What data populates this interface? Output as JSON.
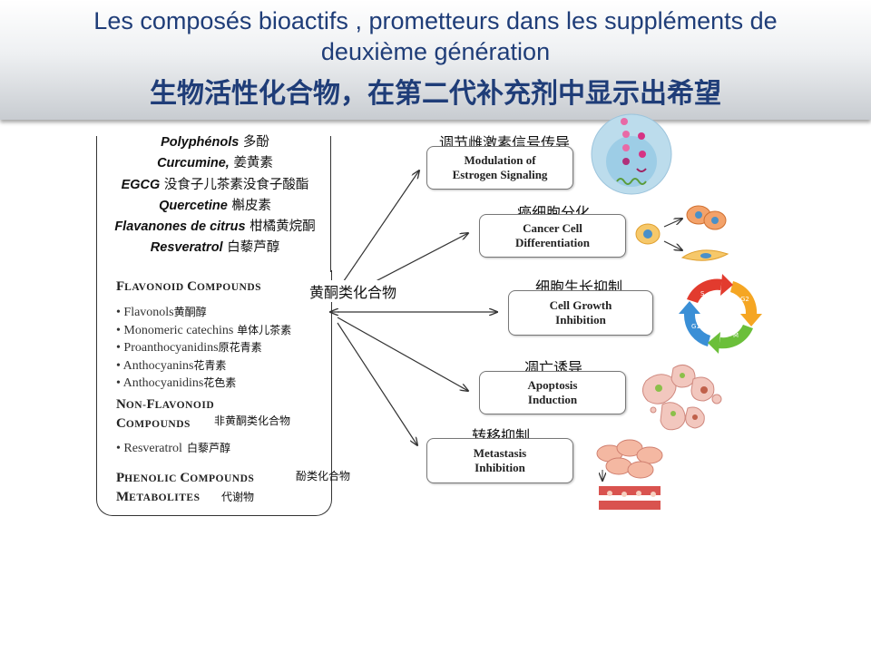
{
  "header": {
    "title_fr_line1": "Les composés bioactifs , prometteurs dans les suppléments de",
    "title_fr_line2": "deuxième génération",
    "title_zh": "生物活性化合物，在第二代补充剂中显示出希望"
  },
  "compounds": [
    {
      "latin": "Polyphénols",
      "zh": "多酚"
    },
    {
      "latin": "Curcumine,",
      "zh": "姜黄素"
    },
    {
      "latin": "EGCG",
      "zh": "没食子儿茶素没食子酸酯"
    },
    {
      "latin": "Quercetine",
      "zh": "槲皮素"
    },
    {
      "latin": "Flavanones de citrus",
      "zh": "柑橘黄烷酮"
    },
    {
      "latin": "Resveratrol",
      "zh": "白藜芦醇"
    }
  ],
  "flavonoid": {
    "heading_first": "F",
    "heading_rest": "LAVONOID ",
    "heading2_first": "C",
    "heading2_rest": "OMPOUNDS",
    "center_label": "黄酮类化合物",
    "items": [
      {
        "en": "Flavonols",
        "zh": "黄酮醇"
      },
      {
        "en": "Monomeric catechins",
        "zh": "单体儿茶素"
      },
      {
        "en": "Proanthocyanidins",
        "zh": "原花青素"
      },
      {
        "en": "Anthocyanins",
        "zh": "花青素"
      },
      {
        "en": "Anthocyanidins",
        "zh": "花色素"
      }
    ]
  },
  "nonflavonoid": {
    "line1_first": "N",
    "line1_rest": "ON-",
    "line1b_first": "F",
    "line1b_rest": "LAVONOID",
    "line2_first": "C",
    "line2_rest": "OMPOUNDS",
    "zh": "非黄酮类化合物",
    "item_en": "Resveratrol",
    "item_zh": "白藜芦醇"
  },
  "phenolic": {
    "line1_first": "P",
    "line1_rest": "HENOLIC ",
    "line1b_first": "C",
    "line1b_rest": "OMPOUNDS",
    "line2_first": "M",
    "line2_rest": "ETABOLITES",
    "zh1": "酚类化合物",
    "zh2": "代谢物"
  },
  "effects": [
    {
      "en1": "Modulation of",
      "en2": "Estrogen Signaling",
      "zh": "调节雌激素信号传导"
    },
    {
      "en1": "Cancer Cell",
      "en2": "Differentiation",
      "zh": "癌细胞分化"
    },
    {
      "en1": "Cell Growth",
      "en2": "Inhibition",
      "zh": "细胞生长抑制"
    },
    {
      "en1": "Apoptosis",
      "en2": "Induction",
      "zh": "凋亡诱导"
    },
    {
      "en1": "Metastasis",
      "en2": "Inhibition",
      "zh": "转移抑制"
    }
  ],
  "cell_cycle": {
    "phases": [
      "S",
      "G2",
      "M",
      "G1"
    ],
    "colors": [
      "#e23b2e",
      "#f5a623",
      "#6bbf3a",
      "#3a8fd6"
    ]
  },
  "colors": {
    "title": "#1f3d78",
    "arrow": "#333333",
    "box_border": "#777777"
  }
}
